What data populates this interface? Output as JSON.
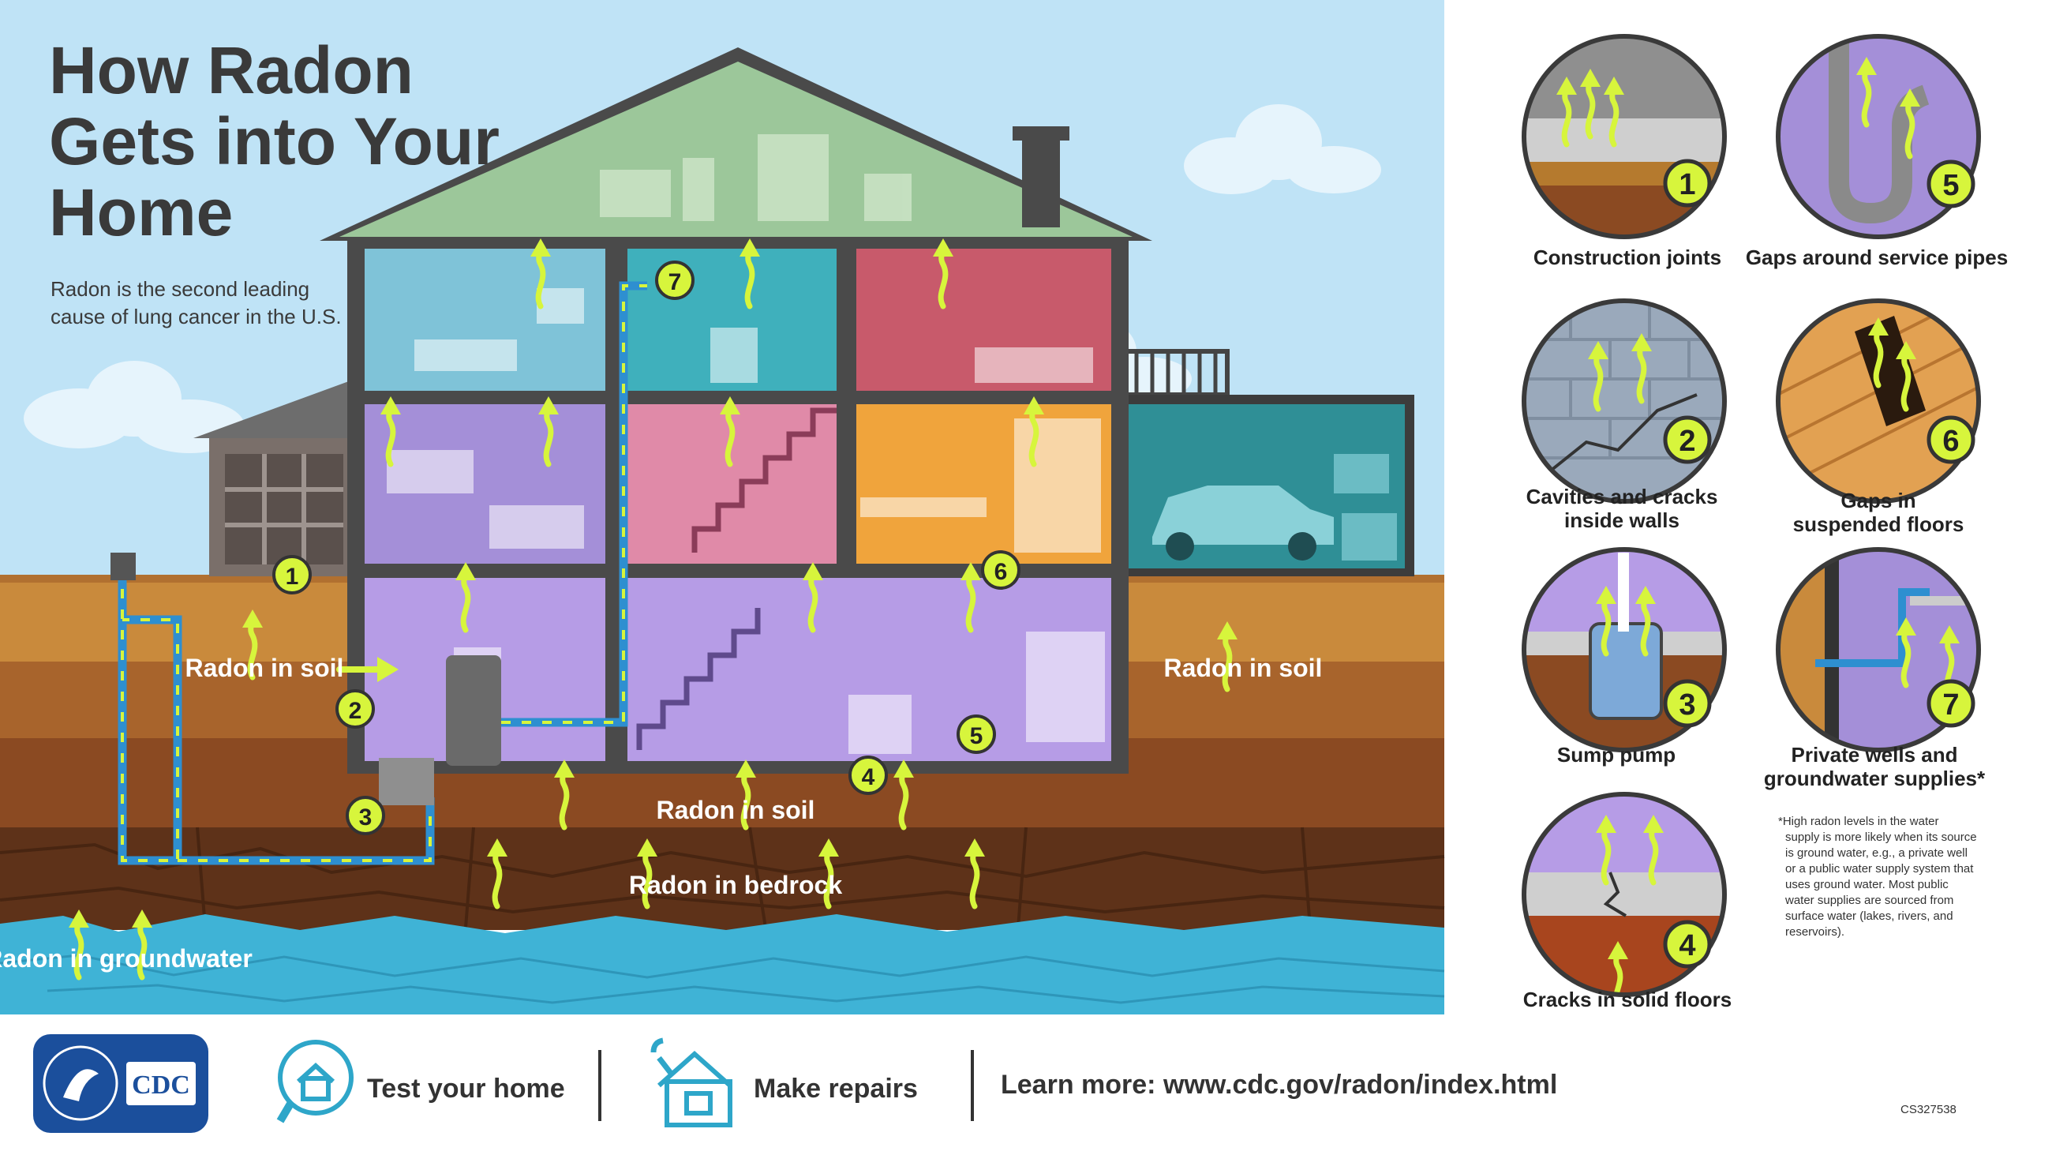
{
  "title": [
    "How Radon",
    "Gets into Your",
    "Home"
  ],
  "subtitle": [
    "Radon is the second leading",
    "cause of lung cancer in the U.S."
  ],
  "scene_labels": {
    "soil_left": "Radon in soil",
    "soil_right": "Radon in soil",
    "soil_bottom": "Radon in soil",
    "bedrock": "Radon in bedrock",
    "groundwater": "Radon in groundwater"
  },
  "markers": [
    "1",
    "2",
    "3",
    "4",
    "5",
    "6",
    "7"
  ],
  "entry_points": [
    {
      "num": "1",
      "label": [
        "Construction joints"
      ]
    },
    {
      "num": "2",
      "label": [
        "Cavities and cracks",
        "inside walls"
      ]
    },
    {
      "num": "3",
      "label": [
        "Sump pump"
      ]
    },
    {
      "num": "4",
      "label": [
        "Cracks in solid floors"
      ]
    },
    {
      "num": "5",
      "label": [
        "Gaps around service pipes"
      ]
    },
    {
      "num": "6",
      "label": [
        "Gaps in",
        "suspended floors"
      ]
    },
    {
      "num": "7",
      "label": [
        "Private wells and",
        "groundwater supplies*"
      ]
    }
  ],
  "footnote": [
    "*High radon levels in the water",
    "supply is more likely when its source",
    "is ground water, e.g., a private well",
    "or a public water supply system that",
    "uses ground water. Most public",
    "water supplies are sourced from",
    "surface water (lakes, rivers, and",
    "reservoirs)."
  ],
  "footer": {
    "logo_text": "CDC",
    "test_label": "Test your home",
    "repairs_label": "Make repairs",
    "learn_more": "Learn more: www.cdc.gov/radon/index.html",
    "code": "CS327538"
  },
  "colors": {
    "sky": "#bfe3f6",
    "arrow": "#d7f53c",
    "marker_fill": "#d7f53c",
    "soil_top": "#c98a3c",
    "soil_mid": "#a8642c",
    "bedrock": "#6b3a1e",
    "water": "#3fb3d6",
    "cdc_blue": "#1b4f9c",
    "icon_teal": "#2ea6c9"
  }
}
